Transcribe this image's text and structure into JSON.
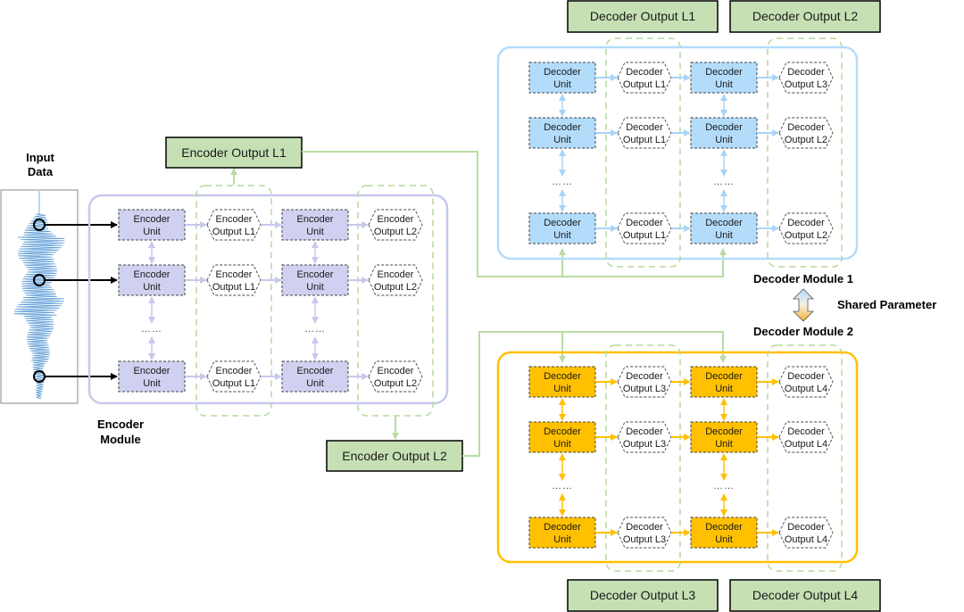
{
  "input": {
    "title_line1": "Input",
    "title_line2": "Data"
  },
  "encoder": {
    "module_label_line1": "Encoder",
    "module_label_line2": "Module",
    "unit_line1": "Encoder",
    "unit_line2": "Unit",
    "hex_line1": "Encoder",
    "columns": [
      {
        "hex_line2": "Output L1"
      },
      {
        "hex_line2": "Output L2"
      }
    ],
    "ellipsis": "……",
    "output_boxes": [
      "Encoder Output L1",
      "Encoder Output L2"
    ],
    "colors": {
      "unit_fill": "#d0d0f0",
      "module_border": "#c8c8ee",
      "arrow": "#c8c8ee"
    }
  },
  "decoder1": {
    "module_label": "Decoder Module 1",
    "unit_line1": "Decoder",
    "unit_line2": "Unit",
    "hex_line1": "Decoder",
    "rows": [
      {
        "hex_col1": "Output L1",
        "hex_col2": "Output L3"
      },
      {
        "hex_col1": "Output L1",
        "hex_col2": "Output L2"
      },
      {
        "hex_col1": "Output L1",
        "hex_col2": "Output L2"
      }
    ],
    "ellipsis": "……",
    "output_boxes": [
      "Decoder Output L1",
      "Decoder Output L2"
    ],
    "colors": {
      "unit_fill": "#b3dcfb",
      "module_border": "#b3dcfb",
      "arrow": "#a8d4f8"
    }
  },
  "decoder2": {
    "module_label": "Decoder Module 2",
    "unit_line1": "Decoder",
    "unit_line2": "Unit",
    "hex_line1": "Decoder",
    "rows": [
      {
        "hex_col1": "Output L3",
        "hex_col2": "Output L4"
      },
      {
        "hex_col1": "Output L3",
        "hex_col2": "Output L4"
      },
      {
        "hex_col1": "Output L3",
        "hex_col2": "Output L4"
      }
    ],
    "ellipsis": "……",
    "output_boxes": [
      "Decoder Output L3",
      "Decoder Output L4"
    ],
    "colors": {
      "unit_fill": "#ffc000",
      "module_border": "#ffc000",
      "arrow": "#ffc000"
    }
  },
  "shared": {
    "label": "Shared Parameter"
  },
  "colors": {
    "output_box_fill": "#c6e0b4",
    "dashed_group": "#b5d99c",
    "connector": "#b9dca2"
  }
}
